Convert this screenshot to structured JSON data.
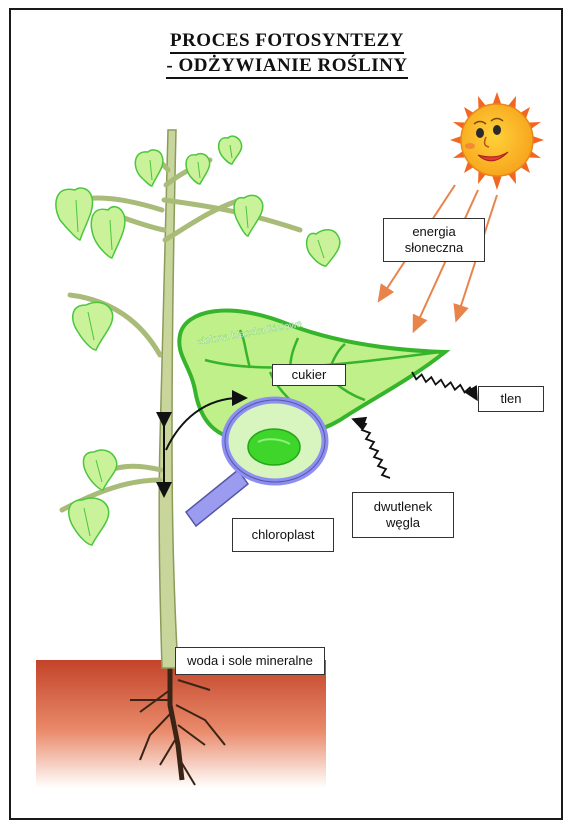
{
  "title": {
    "line1": "PROCES FOTOSYNTEZY",
    "line2": "- ODŻYWIANIE ROŚLINY"
  },
  "leaf_caption": "zielona blaszka liściowa",
  "labels": {
    "solar_energy_line1": "energia",
    "solar_energy_line2": "słoneczna",
    "sugar": "cukier",
    "oxygen": "tlen",
    "chloroplast": "chloroplast",
    "co2_line1": "dwutlenek",
    "co2_line2": "węgla",
    "water": "woda i sole mineralne"
  },
  "colors": {
    "stem": "#b8c98a",
    "leaf_light": "#c9f29a",
    "leaf_dark": "#4cc63c",
    "big_leaf_fill": "#bff08a",
    "big_leaf_edge": "#36b42c",
    "soil_top": "#c8462a",
    "soil_bottom": "#ffffff",
    "sun": "#f7a21b",
    "sun_rays": "#f26522",
    "sun_arrows": "#e8844a",
    "magnifier": "#9b9cf0",
    "chloroplast": "#3ed62a"
  }
}
